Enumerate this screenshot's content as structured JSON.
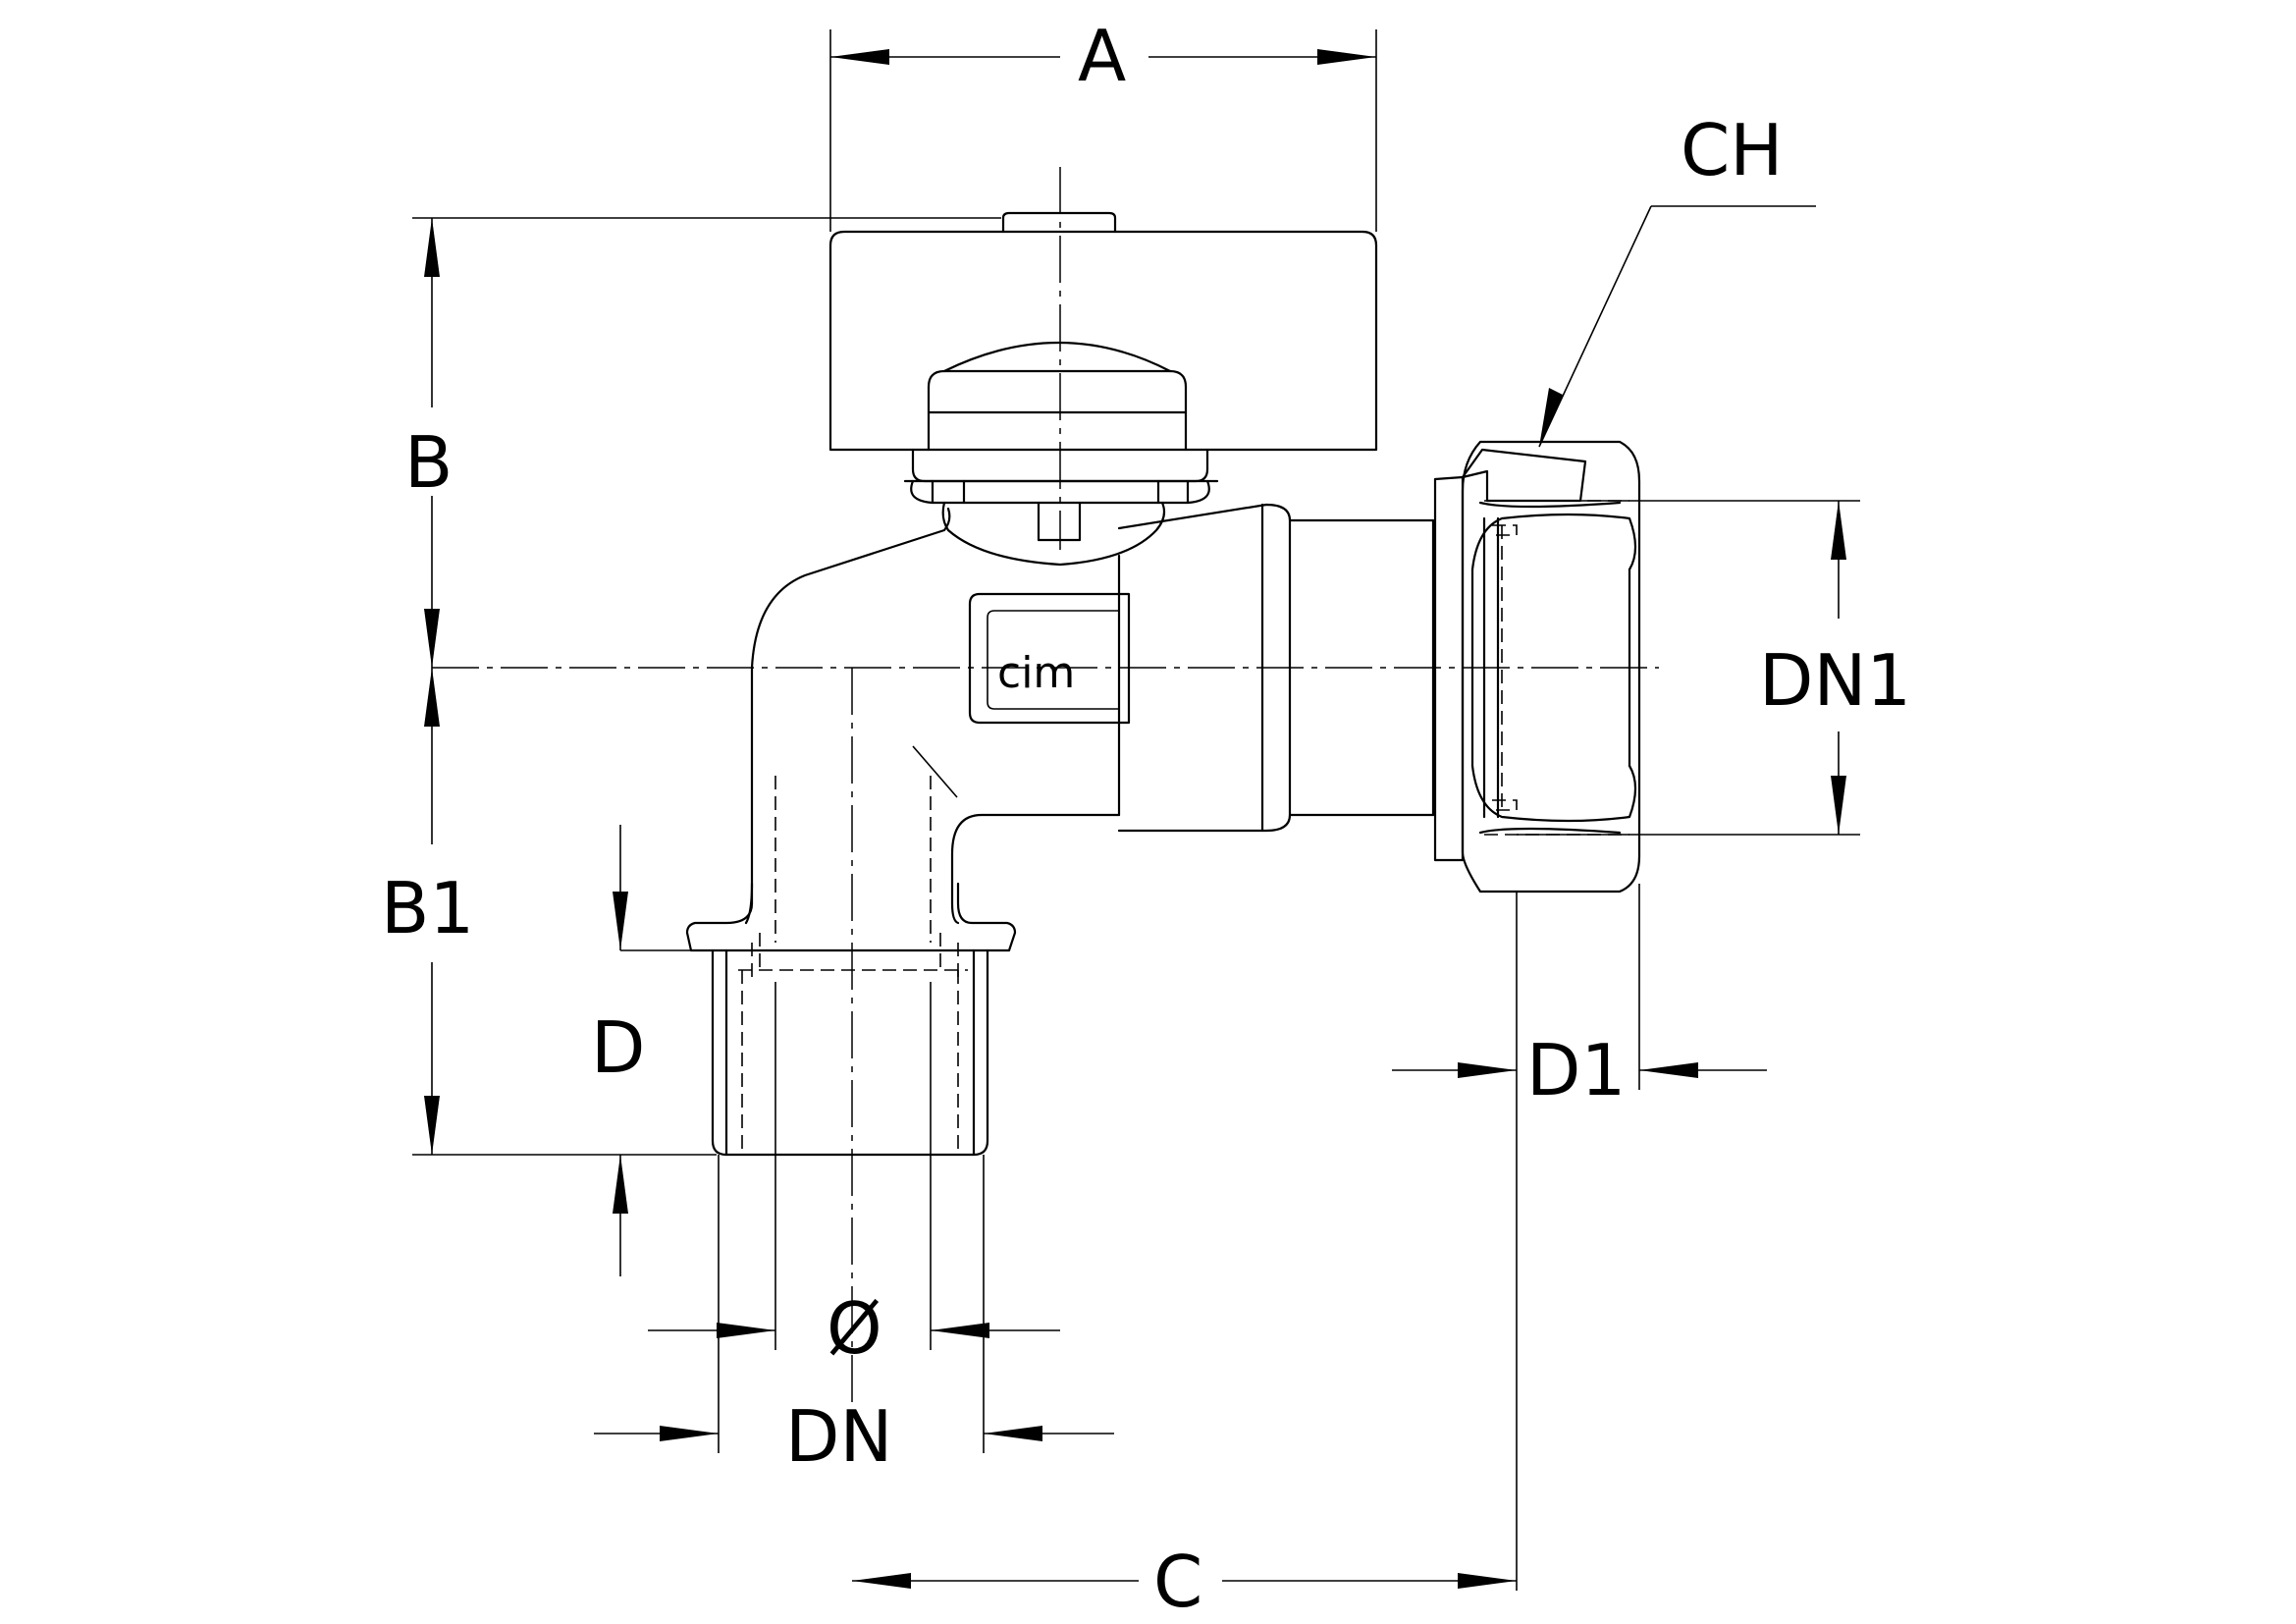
{
  "diagram": {
    "brand_mark": "cim",
    "dimension_labels": {
      "A": "A",
      "B": "B",
      "B1": "B1",
      "C": "C",
      "CH": "CH",
      "D": "D",
      "D1": "D1",
      "DN": "DN",
      "DN1": "DN1",
      "diameter": "Ø"
    }
  }
}
